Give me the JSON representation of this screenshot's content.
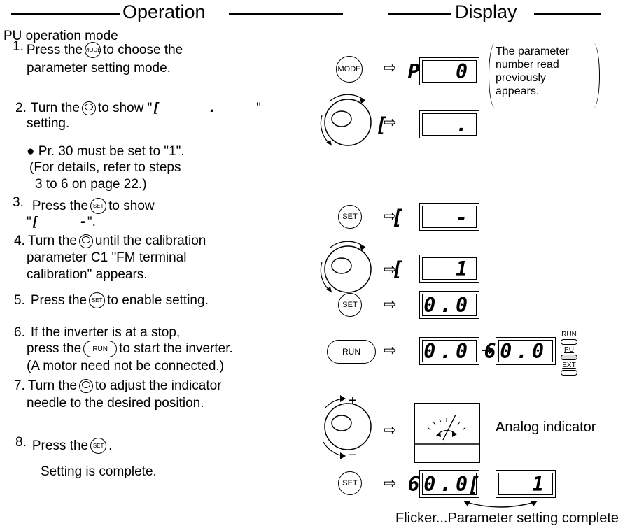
{
  "headers": {
    "operation": "Operation",
    "display": "Display"
  },
  "mode_title": "PU operation mode",
  "steps": [
    {
      "num": "1.",
      "a": "Press the",
      "btn": "MODE",
      "b": "to choose the",
      "c": "parameter setting mode."
    },
    {
      "num": "2.",
      "a": "Turn the",
      "b": "to show \"",
      "glyph": "[      .     ",
      "quote": "\"",
      "c": "setting."
    },
    {
      "bullet": "●",
      "a": "Pr. 30 must be set to \"1\".",
      "b": "(For details, refer to steps",
      "c": "3 to 6 on",
      "link": "page 22",
      "d": ".)"
    },
    {
      "num": "3.",
      "a": "Press the",
      "btn": "SET",
      "b": "to show",
      "c": "\"",
      "glyph": "[     -",
      "d": "\"."
    },
    {
      "num": "4.",
      "a": "Turn the",
      "b": "until the calibration",
      "c": "parameter C1 \"FM terminal",
      "d": "calibration\" appears."
    },
    {
      "num": "5.",
      "a": "Press the",
      "btn": "SET",
      "b": "to enable setting."
    },
    {
      "num": "6.",
      "a": "If the inverter is at a stop,",
      "b": "press the",
      "btn": "RUN",
      "c": "to start the inverter.",
      "d": "(A motor need not be connected.)"
    },
    {
      "num": "7.",
      "a": "Turn the",
      "b": "to adjust the indicator",
      "c": "needle to the desired position."
    },
    {
      "num": "8.",
      "a": "Press the",
      "btn": "SET",
      "b": ".",
      "c": "Setting is complete."
    }
  ],
  "display": {
    "buttons": {
      "mode": "MODE",
      "set": "SET",
      "run": "RUN"
    },
    "arrow": "⇨",
    "lcd1": "P  0",
    "lcd2": "[    .",
    "lcd3": "[   -",
    "lcd4": "[   1",
    "lcd5": "0.0",
    "lcd6a": "0.0",
    "lcd6b": "60.0",
    "lcd8a": "60.0",
    "lcd8b": "[   1",
    "note": [
      "The parameter",
      "number read",
      "previously",
      "appears."
    ],
    "leds": [
      "RUN",
      "PU",
      "EXT"
    ],
    "dial_plus": "+",
    "dial_minus": "−",
    "analog_label": "Analog indicator",
    "flicker_label": "Flicker...Parameter setting complete"
  }
}
